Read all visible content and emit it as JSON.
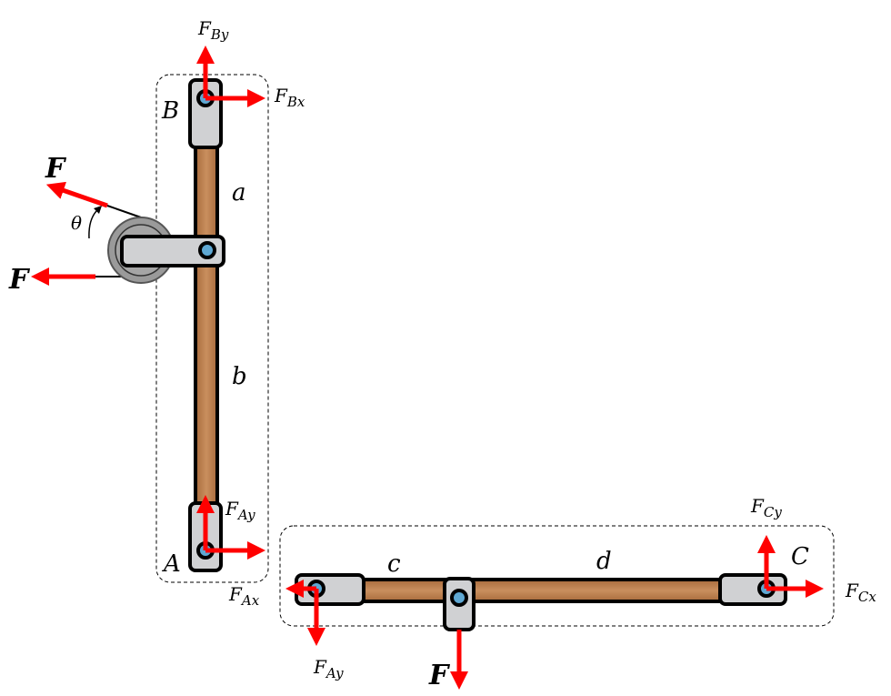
{
  "labels": {
    "B": "B",
    "A": "A",
    "C": "C",
    "a": "a",
    "b": "b",
    "c": "c",
    "d": "d",
    "theta": "θ",
    "F_top": "F",
    "F_bottom_left": "F",
    "F_bottom": "F"
  },
  "forces": {
    "FBy": {
      "main": "F",
      "sub": "By"
    },
    "FBx": {
      "main": "F",
      "sub": "Bx"
    },
    "FAy_left": {
      "main": "F",
      "sub": "Ay"
    },
    "FAx": {
      "main": "F",
      "sub": "Ax"
    },
    "FAy_bottom": {
      "main": "F",
      "sub": "Ay"
    },
    "FCy": {
      "main": "F",
      "sub": "Cy"
    },
    "FCx": {
      "main": "F",
      "sub": "Cx"
    }
  },
  "colors": {
    "force": "#ff0000",
    "wood": "#b77a4a",
    "bracket": "#d0d1d3",
    "pulley": "#9a9a9a"
  }
}
